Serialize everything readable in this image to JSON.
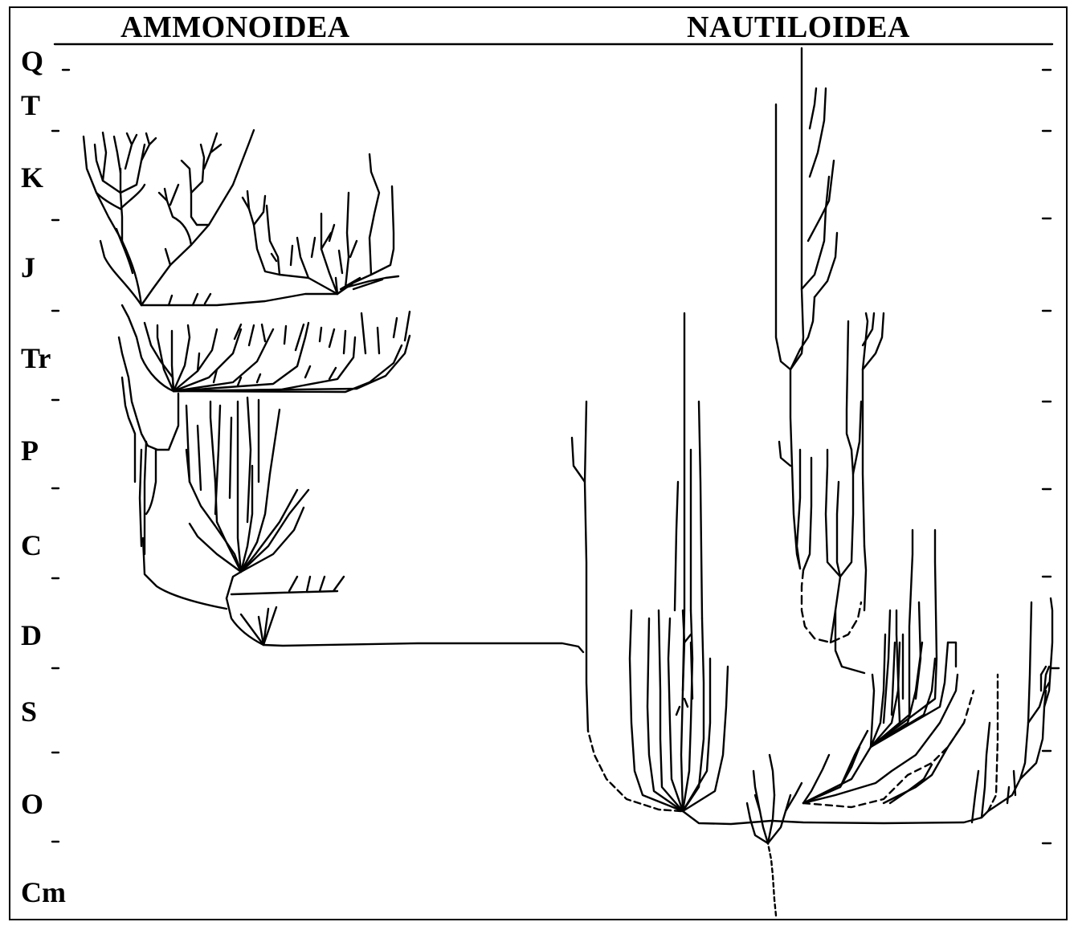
{
  "header": {
    "left_title": "AMMONOIDEA",
    "right_title": "NAUTILOIDEA"
  },
  "periods": [
    "Q",
    "T",
    "K",
    "J",
    "Tr",
    "P",
    "C",
    "D",
    "S",
    "O",
    "Cm"
  ],
  "colors": {
    "line": "#000000",
    "background": "#ffffff"
  }
}
